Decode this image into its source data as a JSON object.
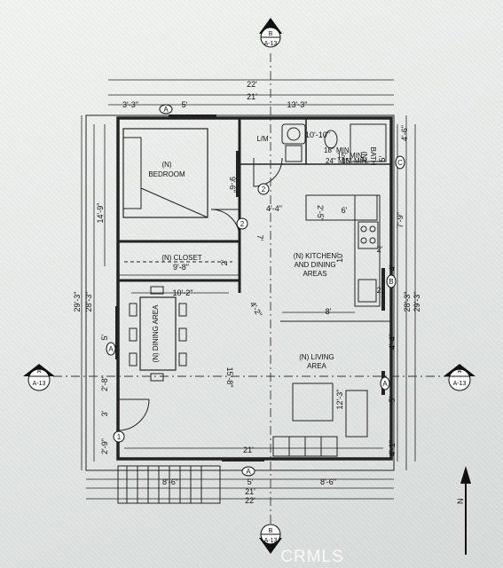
{
  "plan": {
    "dims_top": [
      "22'",
      "21'",
      "3'-3\"",
      "5'",
      "13'-3\""
    ],
    "dims_bottom": [
      "21'",
      "5'",
      "8'-6\"",
      "8'-6\"",
      "21'",
      "22'"
    ],
    "dims_left": [
      "29'-3\"",
      "28'-3\"",
      "14'-9\"",
      "5'",
      "2'-8\"",
      "3'",
      "2'-9\"",
      "15'-8\""
    ],
    "dims_right": [
      "29'-3\"",
      "28'-3\"",
      "7'-9\"",
      "4'",
      "4'-4\"",
      "5'",
      "4'-1\"",
      "4'-6\"",
      "5'"
    ],
    "dims_interior": [
      "10'-10\"",
      "9'-6\"",
      "4'-4\"",
      "2'-5\"",
      "6'",
      "7'",
      "10'",
      "9'-8\"",
      "2'",
      "10'-2\"",
      "4'-2\"",
      "8'",
      "12'-3\"",
      "2'",
      "2'"
    ],
    "rooms": {
      "bedroom": [
        "(N)",
        "BEDROOM"
      ],
      "closet": "(N) CLOSET",
      "kitchen": [
        "(N) KITCHEN",
        "AND DINING",
        "AREAS"
      ],
      "living": [
        "(N) LIVING",
        "AREA"
      ],
      "bath": [
        "(N)",
        "BATH"
      ],
      "dining": "(N) DINING AREA",
      "lm": "L/M"
    },
    "door_tags": [
      "1",
      "2",
      "2"
    ],
    "wall_tags": [
      "A",
      "A",
      "A",
      "B",
      "C",
      "A"
    ],
    "section_markers": {
      "top": {
        "letter": "B",
        "sheet": "A-13"
      },
      "bottom": {
        "letter": "B",
        "sheet": "A-13"
      },
      "left": {
        "letter": "A",
        "sheet": "A-13"
      },
      "right": {
        "letter": "A",
        "sheet": "A-13"
      }
    },
    "fixture_notes": [
      "18\" MIN.",
      "15\" MIN.",
      "24\" MIN.",
      "15\" MIN."
    ],
    "north_label": "N",
    "watermark": "CRMLS"
  }
}
